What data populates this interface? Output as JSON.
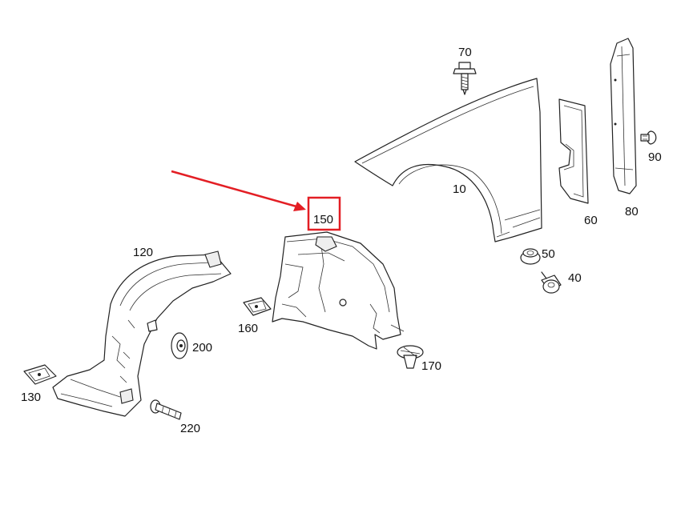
{
  "labels": {
    "p10": "10",
    "p40": "40",
    "p50": "50",
    "p60": "60",
    "p70": "70",
    "p80": "80",
    "p90": "90",
    "p120": "120",
    "p130": "130",
    "p150": "150",
    "p160": "160",
    "p170": "170",
    "p200": "200",
    "p220": "220"
  },
  "highlight": {
    "part": "150",
    "color": "#e31e24"
  },
  "colors": {
    "line": "#222222",
    "background": "#ffffff"
  }
}
